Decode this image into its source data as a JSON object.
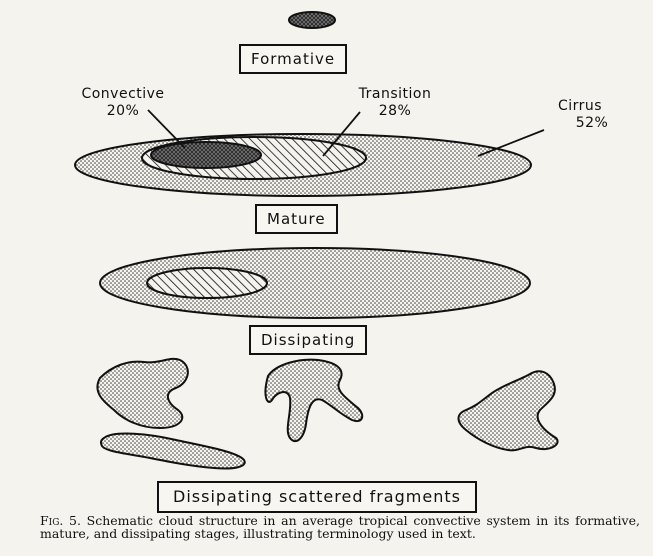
{
  "stages": {
    "formative": "Formative",
    "mature": "Mature",
    "dissipating": "Dissipating",
    "fragments": "Dissipating scattered fragments"
  },
  "labels": {
    "convective": {
      "name": "Convective",
      "percent": "20%"
    },
    "transition": {
      "name": "Transition",
      "percent": "28%"
    },
    "cirrus": {
      "name": "Cirrus",
      "percent": "52%"
    }
  },
  "caption": {
    "fig_label": "Fig. 5.",
    "text": "Schematic cloud structure in an average tropical convective system in its formative, mature, and dissipating stages, illustrating terminology used in text."
  },
  "colors": {
    "background": "#f4f3ee",
    "ink": "#111111"
  }
}
